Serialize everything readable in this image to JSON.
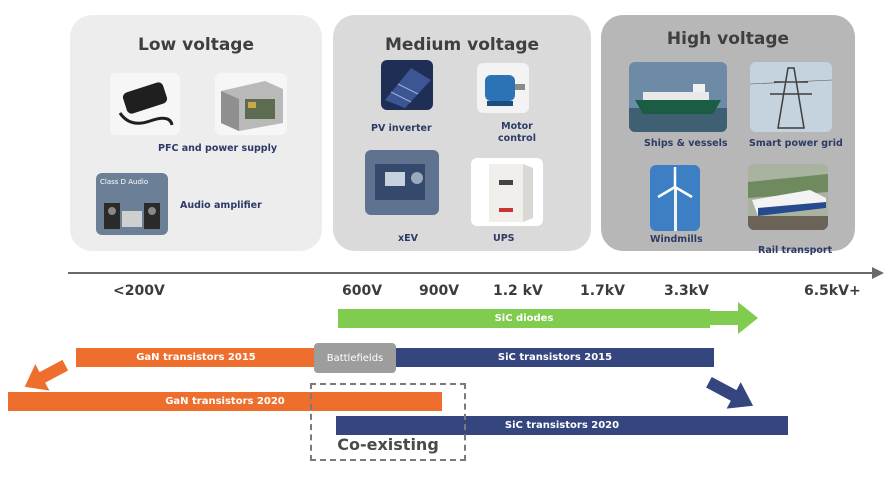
{
  "panels": {
    "low": {
      "title": "Low voltage",
      "items": [
        "PFC and power supply",
        "Audio amplifier"
      ],
      "image_caption": "Class D Audio"
    },
    "medium": {
      "title": "Medium voltage",
      "items": [
        "PV inverter",
        "Motor control",
        "xEV",
        "UPS"
      ]
    },
    "high": {
      "title": "High voltage",
      "items": [
        "Ships & vessels",
        "Smart power grid",
        "Windmills",
        "Rail transport"
      ]
    }
  },
  "axis": {
    "ticks": [
      "<200V",
      "600V",
      "900V",
      "1.2 kV",
      "1.7kV",
      "3.3kV",
      "6.5kV+"
    ]
  },
  "bars": {
    "sic_diodes": "SiC diodes",
    "gan_2015": "GaN transistors 2015",
    "battlefields": "Battlefields",
    "sic_2015": "SiC transistors 2015",
    "gan_2020": "GaN transistors 2020",
    "sic_2020": "SiC transistors 2020"
  },
  "coexisting": "Co-existing",
  "colors": {
    "gan": "#ee6f2d",
    "sic": "#35457e",
    "diodes": "#80cc4f",
    "battlefields": "#9d9d9d"
  }
}
